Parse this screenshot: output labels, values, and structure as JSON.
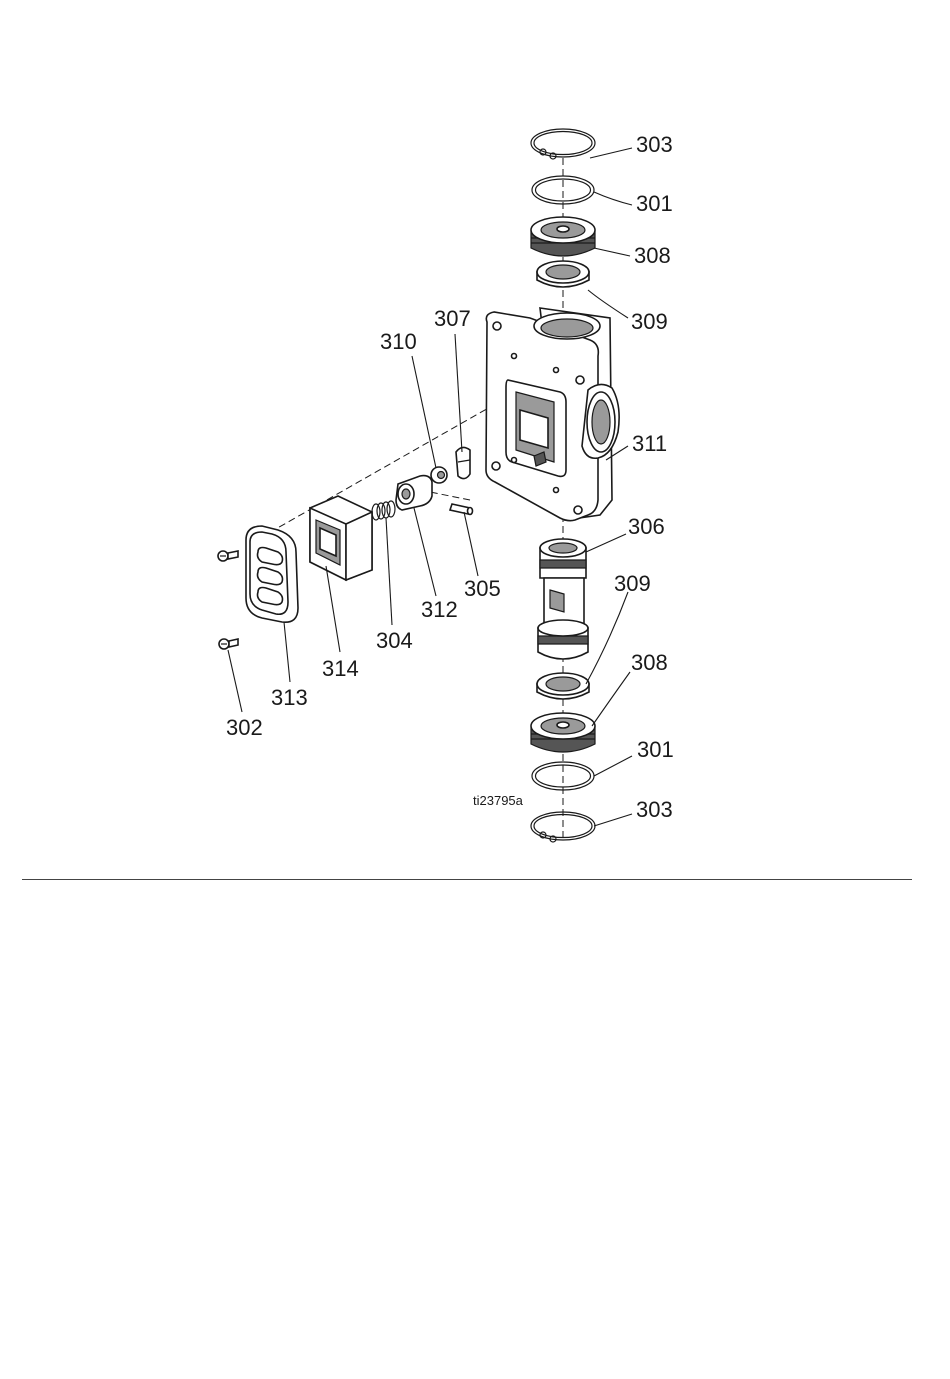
{
  "figure_id": "ti23795a",
  "labels": {
    "c303_top": "303",
    "c301_top": "301",
    "c308_top": "308",
    "c309_top": "309",
    "c307": "307",
    "c310": "310",
    "c311": "311",
    "c306": "306",
    "c309_bottom": "309",
    "c305": "305",
    "c312": "312",
    "c304": "304",
    "c308_bottom": "308",
    "c314": "314",
    "c313": "313",
    "c301_bottom": "301",
    "c302": "302",
    "c303_bottom": "303"
  }
}
